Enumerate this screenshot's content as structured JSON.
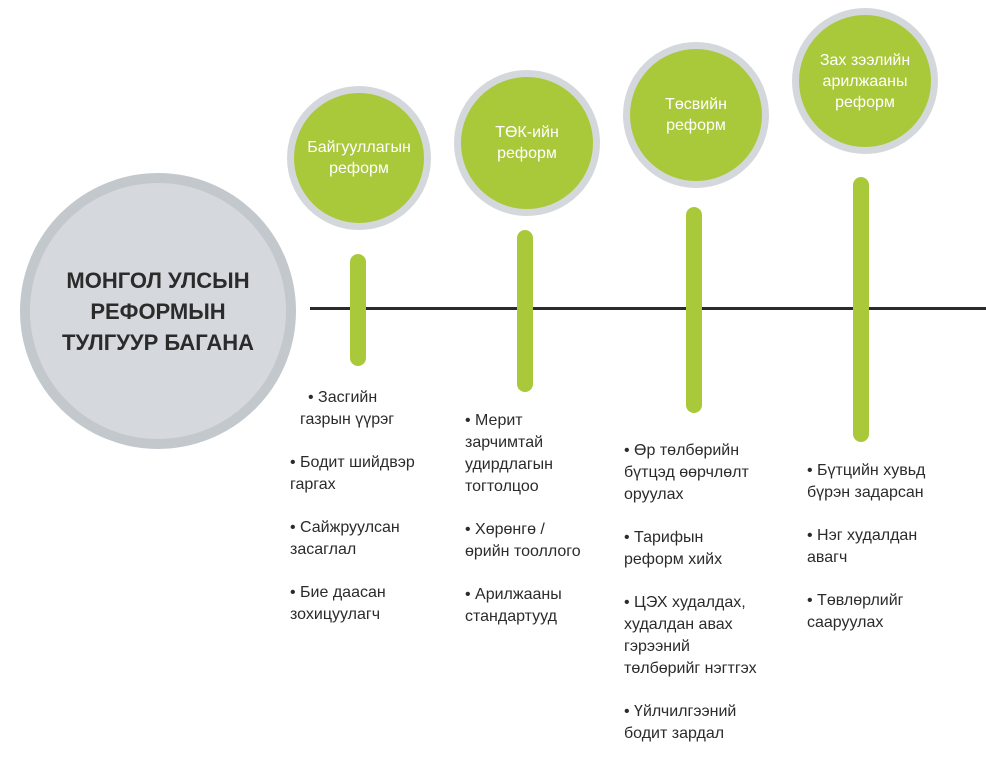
{
  "colors": {
    "accent_green": "#a9c93a",
    "main_circle_fill": "#d5d9dd",
    "circle_ring": "#d4d8dc",
    "text_dark": "#2b2b2b",
    "line": "#2b2b2b"
  },
  "main": {
    "title_line1": "МОНГОЛ УЛСЫН",
    "title_line2": "РЕФОРМЫН",
    "title_line3": "ТУЛГУУР БАГАНА"
  },
  "pillars": [
    {
      "label_line1": "Байгууллагын",
      "label_line2": "реформ",
      "items": [
        {
          "line1": "• Засгийн",
          "line2": "газрын үүрэг"
        },
        {
          "line1": "• Бодит шийдвэр",
          "line2": "гаргах"
        },
        {
          "line1": "• Сайжруулсан",
          "line2": "засаглал"
        },
        {
          "line1": "• Бие даасан",
          "line2": "зохицуулагч"
        }
      ]
    },
    {
      "label_line1": "ТӨК-ийн",
      "label_line2": "реформ",
      "items": [
        {
          "line1": "• Мерит",
          "line2": "зарчимтай",
          "line3": "удирдлагын",
          "line4": "тогтолцоо"
        },
        {
          "line1": "• Хөрөнгө /",
          "line2": "өрийн тооллого"
        },
        {
          "line1": "• Арилжааны",
          "line2": "стандартууд"
        }
      ]
    },
    {
      "label_line1": "Төсвийн",
      "label_line2": "реформ",
      "items": [
        {
          "line1": "• Өр төлбөрийн",
          "line2": "бүтцэд өөрчлөлт",
          "line3": "оруулах"
        },
        {
          "line1": "• Тарифын",
          "line2": "реформ хийх"
        },
        {
          "line1": "• ЦЭХ худалдах,",
          "line2": "худалдан авах",
          "line3": "гэрээний",
          "line4": "төлбөрийг нэгтгэх"
        },
        {
          "line1": "• Үйлчилгээний",
          "line2": "бодит зардал"
        }
      ]
    },
    {
      "label_line1": "Зах зээлийн",
      "label_line2": "арилжааны",
      "label_line3": "реформ",
      "items": [
        {
          "line1": "• Бүтцийн хувьд",
          "line2": "бүрэн задарсан"
        },
        {
          "line1": "• Нэг худалдан",
          "line2": "авагч"
        },
        {
          "line1": "• Төвлөрлийг",
          "line2": "сааруулах"
        }
      ]
    }
  ]
}
